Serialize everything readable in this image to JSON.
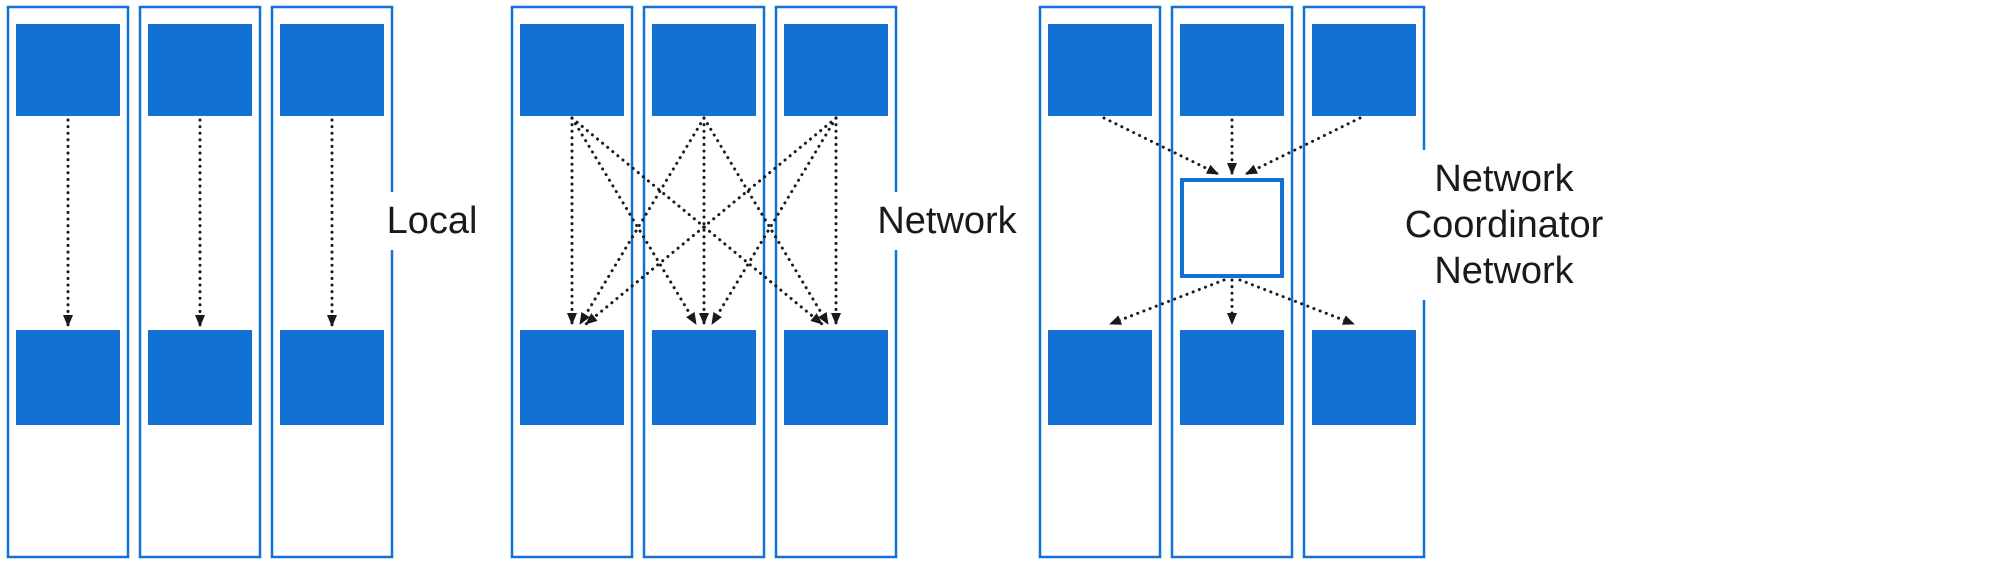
{
  "colors": {
    "accent_blue": "#1271D2",
    "arrow_black": "#1A1A1A",
    "text": "#1A1A1A",
    "background": "#FFFFFF"
  },
  "diagrams": [
    {
      "label": "Local",
      "top_nodes": 3,
      "bottom_nodes": 3,
      "connections": "each top node connects straight down to the bottom node in its own column"
    },
    {
      "label": "Network",
      "top_nodes": 3,
      "bottom_nodes": 3,
      "connections": "every top node connects to every bottom node (full mesh)"
    },
    {
      "label": "Network Coordinator Network",
      "top_nodes": 3,
      "bottom_nodes": 3,
      "coordinator_node": true,
      "connections": "all top nodes connect into a central coordinator node, which connects out to all bottom nodes"
    }
  ]
}
